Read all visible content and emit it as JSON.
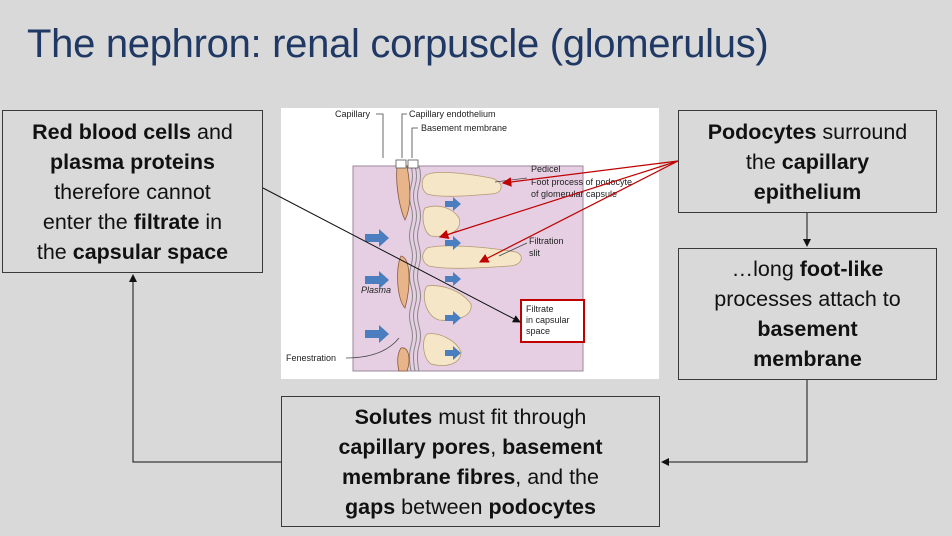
{
  "slide": {
    "title": "The nephron: renal corpuscle (glomerulus)"
  },
  "box_left": {
    "l1a": "Red blood cells",
    "l1b": " and",
    "l2": "plasma proteins",
    "l3": "therefore cannot",
    "l4a": "enter the ",
    "l4b": "filtrate",
    "l4c": " in",
    "l5a": "the ",
    "l5b": "capsular space"
  },
  "box_right1": {
    "l1a": "Podocytes",
    "l1b": " surround",
    "l2a": "the ",
    "l2b": "capillary",
    "l3": "epithelium"
  },
  "box_right2": {
    "l1a": "…long ",
    "l1b": "foot-like",
    "l2": "processes attach to",
    "l3": "basement",
    "l4": "membrane"
  },
  "box_bottom": {
    "l1a": "Solutes",
    "l1b": " must fit through",
    "l2a": "capillary pores",
    "l2b": ", ",
    "l2c": "basement",
    "l3a": "membrane fibres",
    "l3b": ", and the",
    "l4a": "gaps",
    "l4b": " between ",
    "l4c": "podocytes"
  },
  "figure": {
    "labels": {
      "capillary": "Capillary",
      "capillary_endothelium": "Capillary endothelium",
      "basement_membrane": "Basement membrane",
      "pedicel": "Pedicel",
      "foot_process_1": "Foot process of podocyte",
      "foot_process_2": "of glomerular capsule",
      "filtration_slit_1": "Filtration",
      "filtration_slit_2": "slit",
      "plasma": "Plasma",
      "filtrate_1": "Filtrate",
      "filtrate_2": "in capsular",
      "filtrate_3": "space",
      "fenestration": "Fenestration"
    }
  },
  "colors": {
    "title": "#1f3864",
    "background": "#d9d9d9",
    "annotation_arrows": "#c00000",
    "flow_arrows": "#4a7ebf",
    "plasma": "#e6cfe3",
    "podocyte_feet": "#f5e6c8",
    "endothelium": "#e8b48a"
  }
}
